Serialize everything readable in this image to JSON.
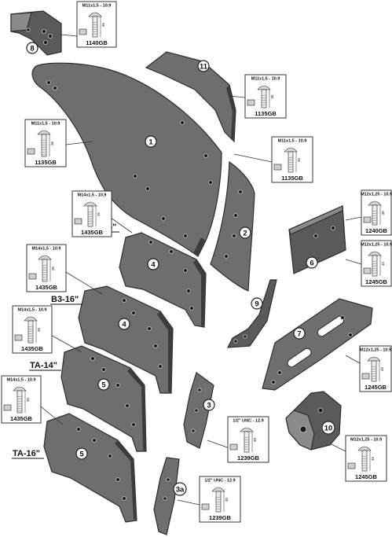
{
  "parts": [
    {
      "id": "part-8",
      "callout": "8"
    },
    {
      "id": "part-11",
      "callout": "11"
    },
    {
      "id": "part-1",
      "callout": "1"
    },
    {
      "id": "part-2",
      "callout": "2"
    },
    {
      "id": "part-4-b314",
      "callout": "4"
    },
    {
      "id": "part-4-b316",
      "callout": "4"
    },
    {
      "id": "part-5-ta14",
      "callout": "5"
    },
    {
      "id": "part-5-ta16",
      "callout": "5"
    },
    {
      "id": "part-6",
      "callout": "6"
    },
    {
      "id": "part-9",
      "callout": "9"
    },
    {
      "id": "part-7",
      "callout": "7"
    },
    {
      "id": "part-3",
      "callout": "3"
    },
    {
      "id": "part-3a",
      "callout": "3a"
    },
    {
      "id": "part-10",
      "callout": "10"
    }
  ],
  "variants": [
    "B3-14\"",
    "B3-16\"",
    "TA-14\"",
    "TA-16\""
  ],
  "bolts": [
    {
      "spec": "M11x1,5 - 10.9",
      "length": "35",
      "code": "1140GB"
    },
    {
      "spec": "M11x1,5 - 10.9",
      "length": "35",
      "code": "1135GB"
    },
    {
      "spec": "M11x1,5 - 10.9",
      "length": "35",
      "code": "1135GB"
    },
    {
      "spec": "M11x1,5 - 10.9",
      "length": "35",
      "code": "1135GB"
    },
    {
      "spec": "M14x1,5 - 10.9",
      "length": "35",
      "code": "1435GB"
    },
    {
      "spec": "M14x1,5 - 10.9",
      "length": "35",
      "code": "1435GB"
    },
    {
      "spec": "M14x1,5 - 10.9",
      "length": "35",
      "code": "1435GB"
    },
    {
      "spec": "M14x1,5 - 10.9",
      "length": "35",
      "code": "1435GB"
    },
    {
      "spec": "M12x1,25 - 10.9",
      "length": "40",
      "code": "1240GB"
    },
    {
      "spec": "M12x1,25 - 10.9",
      "length": "45",
      "code": "1245GB"
    },
    {
      "spec": "M12x1,25 - 10.9",
      "length": "45",
      "code": "1245GB"
    },
    {
      "spec": "1/2\" UNC - 12.9",
      "length": "40",
      "code": "1239GB"
    },
    {
      "spec": "1/2\" UNC - 12.9",
      "length": "40",
      "code": "1239GB"
    },
    {
      "spec": "M12x1,25 - 10.9",
      "length": "45",
      "code": "1245GB"
    }
  ],
  "colors": {
    "plate": "#6e6e6e",
    "outline": "#2e2e2e",
    "background": "#ffffff"
  }
}
